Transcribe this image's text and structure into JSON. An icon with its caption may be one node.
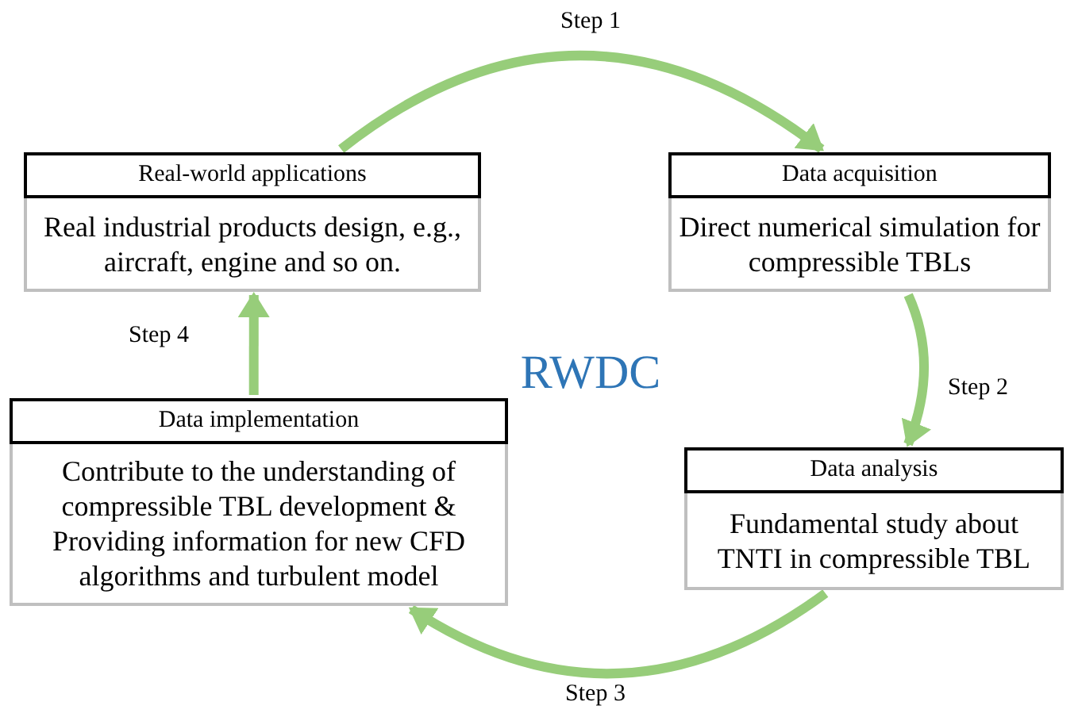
{
  "diagram": {
    "nodes": [
      {
        "text": [
          "Real-world applications",
          "Real industrial products design, e.g., aircraft, engine and so on."
        ]
      },
      {
        "text": [
          "Data acquisition",
          "Direct numerical simulation for compressible TBLs"
        ]
      },
      {
        "text": [
          "Data implementation",
          "Contribute to the understanding of compressible TBL development & Providing information for new CFD algorithms and turbulent model"
        ]
      },
      {
        "text": [
          "Data analysis",
          "Fundamental study about TNTI in compressible TBL"
        ]
      }
    ],
    "edges": [
      {
        "from": 0,
        "to": 1,
        "arrow": "to",
        "label": "Step 1"
      },
      {
        "from": 1,
        "to": 3,
        "arrow": "to",
        "label": "Step 2"
      },
      {
        "from": 3,
        "to": 2,
        "arrow": "to",
        "label": "Step 3"
      },
      {
        "from": 2,
        "to": 0,
        "arrow": "to",
        "label": "Step 4"
      }
    ],
    "labels": [
      "RWDC"
    ]
  }
}
